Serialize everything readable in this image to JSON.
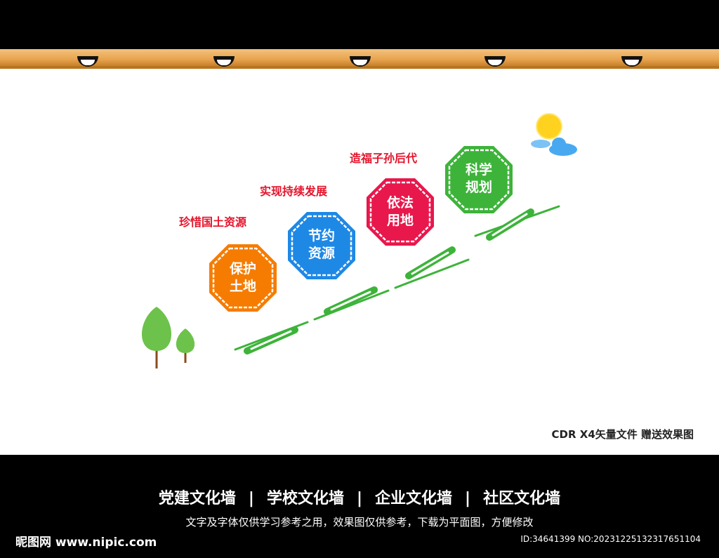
{
  "tags": [
    "珍惜国土资源",
    "实现持续发展",
    "造福子孙后代"
  ],
  "signs": [
    {
      "line1": "保护",
      "line2": "土地",
      "color": "#f57c00"
    },
    {
      "line1": "节约",
      "line2": "资源",
      "color": "#1e88e5"
    },
    {
      "line1": "依法",
      "line2": "用地",
      "color": "#e8174c"
    },
    {
      "line1": "科学",
      "line2": "规划",
      "color": "#3db33a"
    }
  ],
  "format_note": "CDR X4矢量文件  赠送效果图",
  "categories": [
    "党建文化墙",
    "学校文化墙",
    "企业文化墙",
    "社区文化墙"
  ],
  "separator": "|",
  "disclaimer": "文字及字体仅供学习参考之用，效果图仅供参考，下载为平面图，方便修改",
  "brand": "昵图网 www.nipic.com",
  "image_id": "ID:34641399 NO:20231225132317651104",
  "colors": {
    "tag_red": "#e4152c",
    "path_green": "#3db33a",
    "rail_wood": "#e8a44f",
    "sun": "#ffd21f",
    "cloud": "#49a9f0"
  }
}
